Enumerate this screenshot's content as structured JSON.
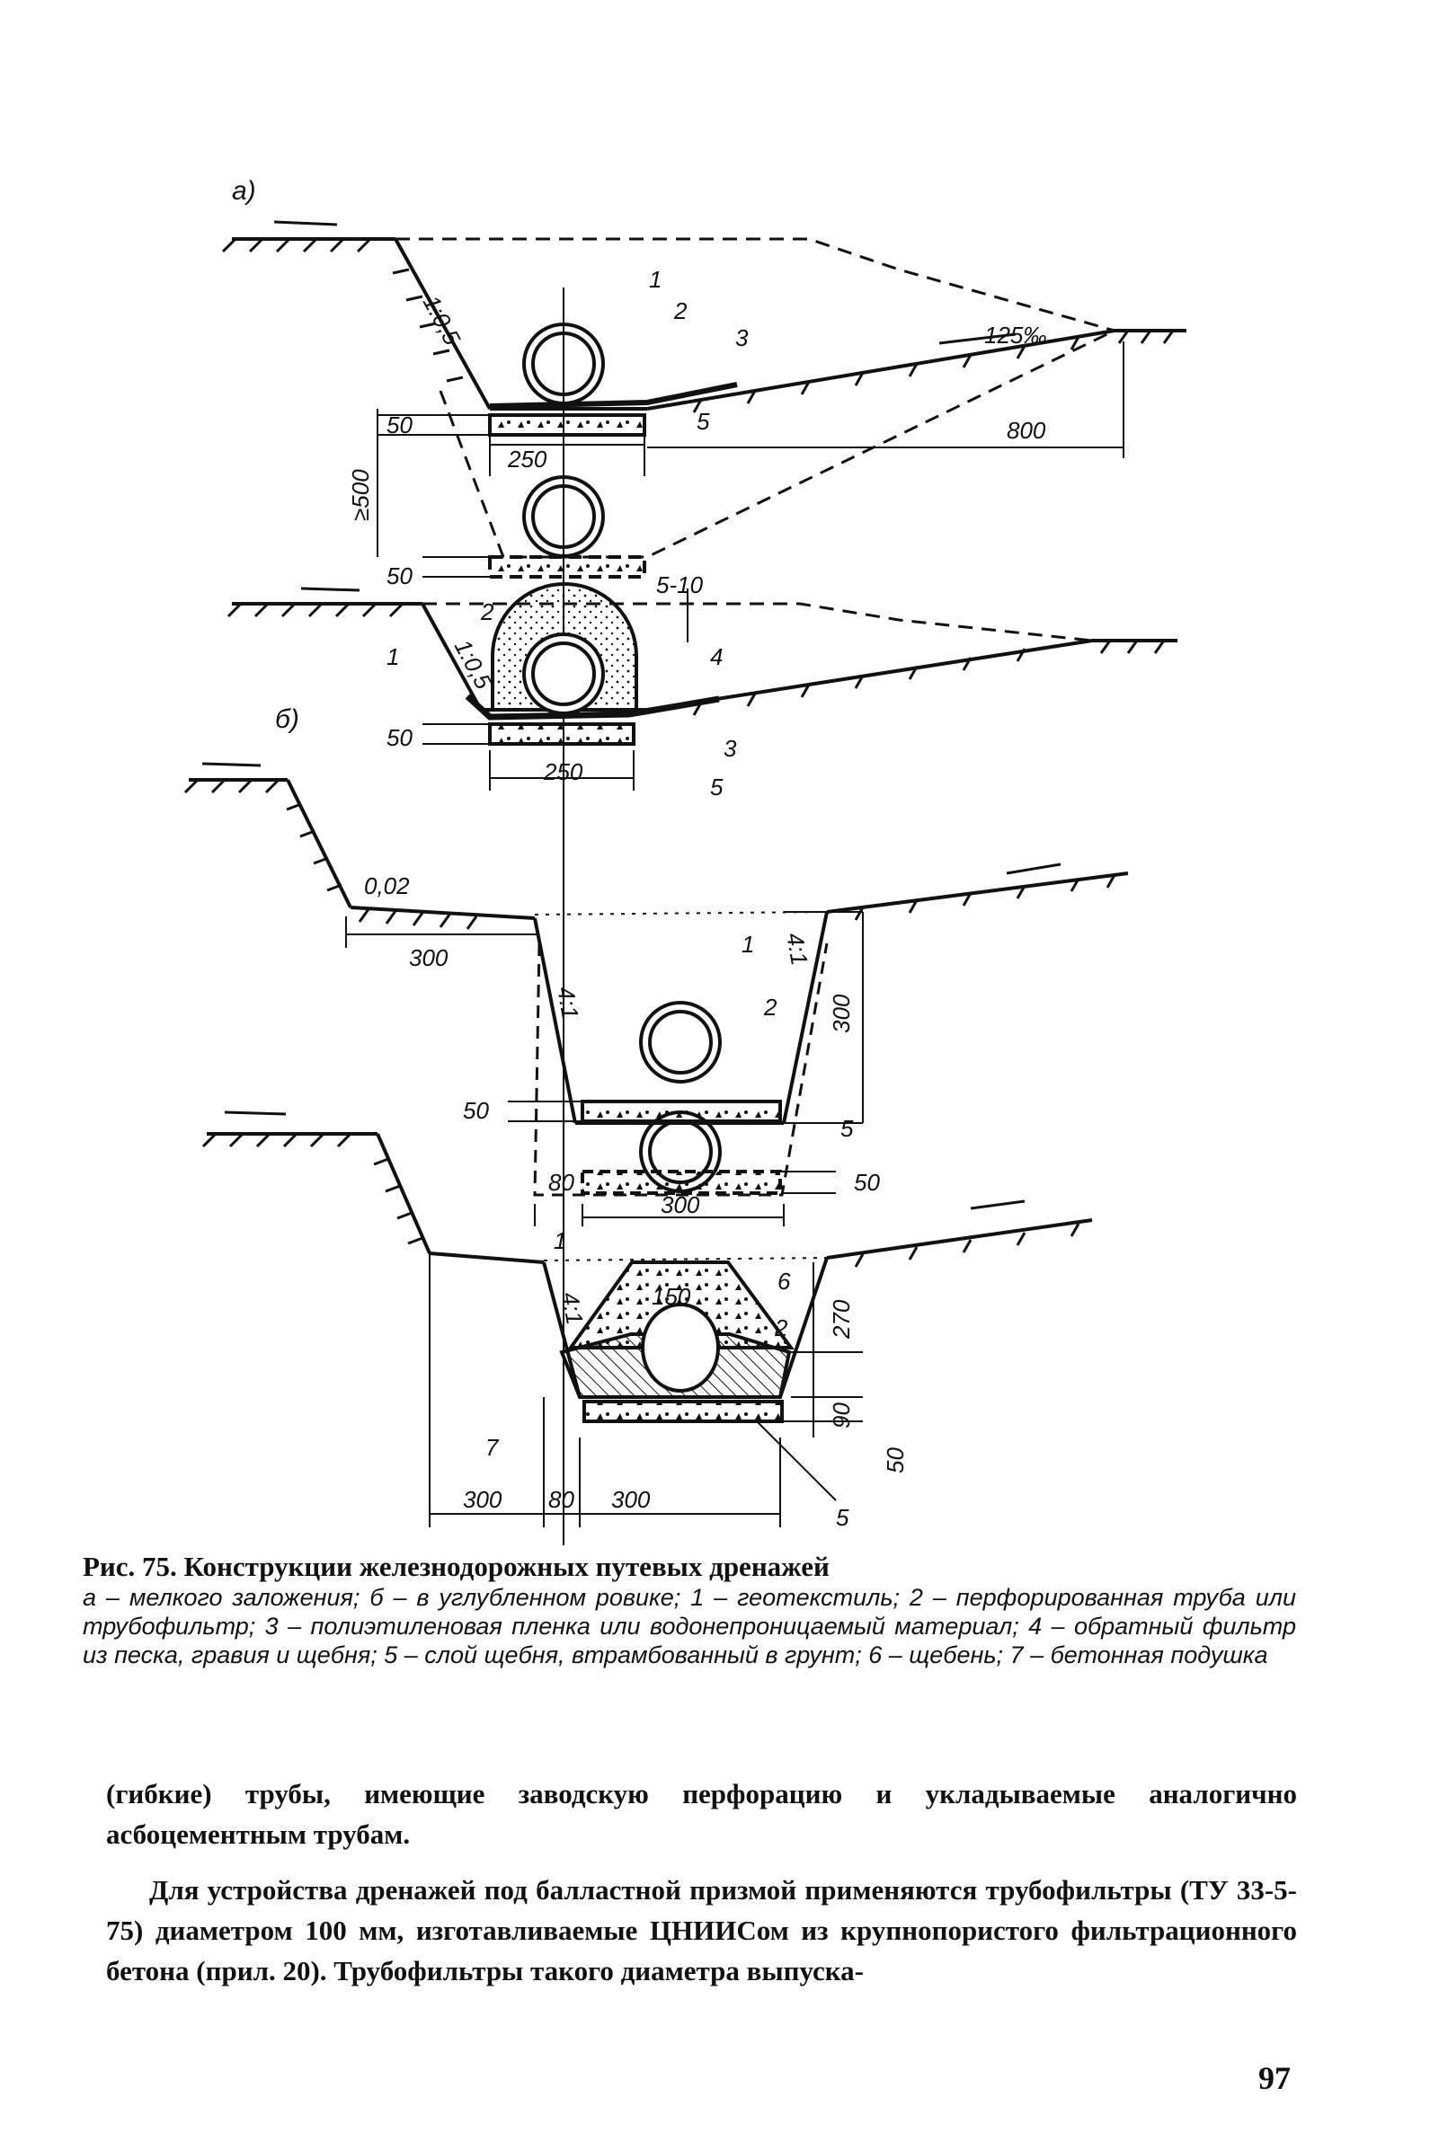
{
  "figure": {
    "panel_a_label": "а)",
    "panel_b_label": "б)",
    "labels": {
      "slope_1_0_5": "1:0,5",
      "slope_1_0_5b": "1:0,5",
      "gradient": "125‰",
      "dim_800": "800",
      "dim_50_a1": "50",
      "dim_250_a1": "250",
      "dim_500": "≥500",
      "dim_50_a2": "50",
      "dim_5_10": "5-10",
      "dim_50_a3": "50",
      "dim_250_a3": "250",
      "slope_0_02": "0,02",
      "dim_300_b1": "300",
      "slope_4_1_a": "4:1",
      "slope_4_1_b": "4:1",
      "dim_300_b1v": "300",
      "dim_50_b1": "50",
      "dim_80_b1": "80",
      "dim_300_b1h": "300",
      "dim_50_b1r": "50",
      "dim_150": "150",
      "dim_270": "270",
      "dim_90": "90",
      "dim_50_b2": "50",
      "slope_4_1_c": "4:1",
      "dim_300_b2l": "300",
      "dim_80_b2": "80",
      "dim_300_b2m": "300",
      "n1": "1",
      "n2": "2",
      "n3": "3",
      "n4": "4",
      "n5": "5",
      "n6": "6",
      "n7": "7"
    }
  },
  "caption": {
    "title": "Рис. 75. Конструкции железнодорожных путевых дренажей",
    "legend": "а – мелкого заложения; б – в углубленном ровике; 1 – геотекстиль; 2 – перфорированная труба или трубофильтр; 3 – полиэтиленовая пленка или водонепроницаемый материал; 4 – обратный фильтр из песка, гравия и щебня; 5 – слой щебня, втрамбованный в грунт; 6 – щебень; 7 – бетонная подушка"
  },
  "body": {
    "paragraph_1": "(гибкие) трубы, имеющие заводскую перфорацию и укладываемые аналогично асбоцементным трубам.",
    "paragraph_2": "Для устройства дренажей под балластной призмой применяются трубофильтры (ТУ 33-5-75) диаметром 100 мм, изготавливаемые ЦНИИСом из крупнопористого фильтрационного бетона (прил. 20). Трубофильтры такого диаметра выпуска-"
  },
  "page_number": "97"
}
